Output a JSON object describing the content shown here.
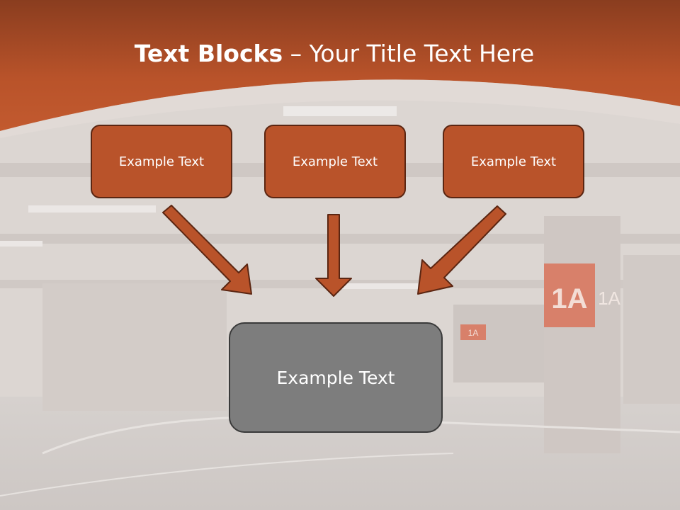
{
  "title": {
    "bold": "Text Blocks",
    "rest": " – Your Title Text Here"
  },
  "blocks": [
    {
      "label": "Example Text"
    },
    {
      "label": "Example Text"
    },
    {
      "label": "Example Text"
    }
  ],
  "target": {
    "label": "Example Text"
  },
  "colors": {
    "header": "#b9532a",
    "box_fill": "#b9532a",
    "box_border": "#5b2612",
    "arrow": "#b9532a",
    "target_fill": "#7d7d7d"
  }
}
